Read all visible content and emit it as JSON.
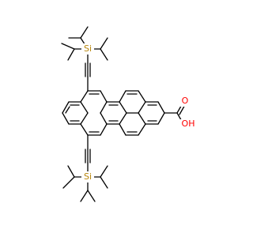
{
  "colors": {
    "background": "#ffffff",
    "bond": "#000000",
    "silicon": "#b8860b",
    "oxygen": "#ff0000",
    "hydrogen_on_oxygen": "#ff0000"
  },
  "atoms": {
    "si_top": "Si",
    "si_bottom": "Si",
    "carbonyl_oxygen": "O",
    "hydroxyl": "OH"
  }
}
